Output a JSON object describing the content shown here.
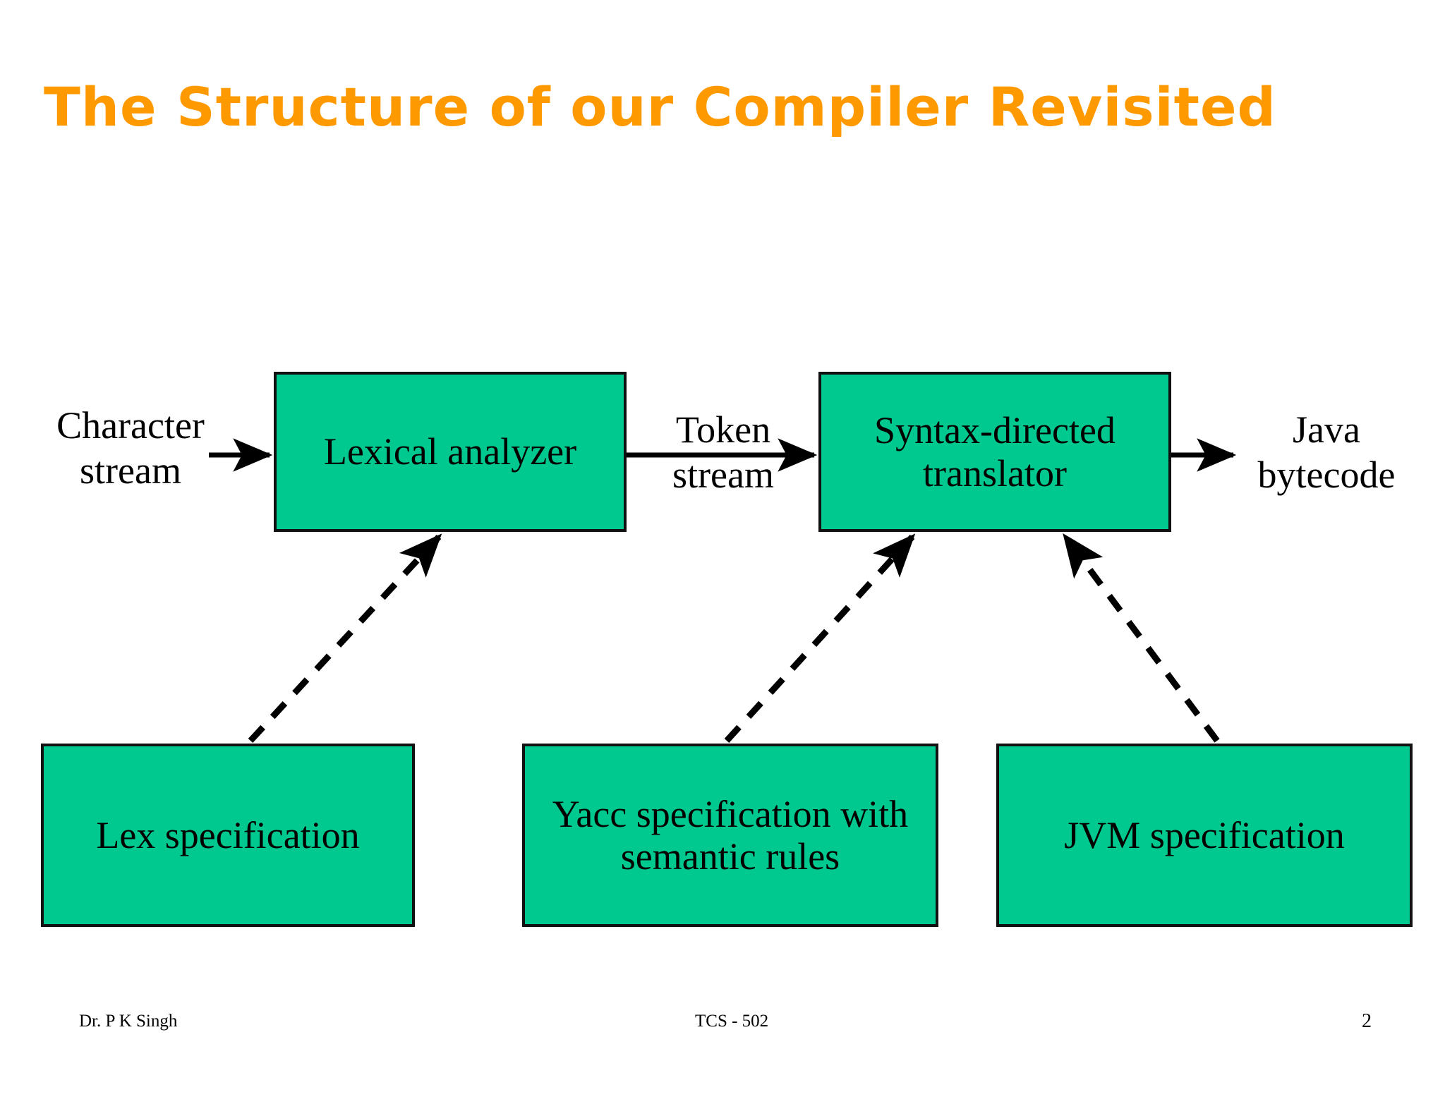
{
  "slide": {
    "title": "The Structure of our Compiler Revisited",
    "title_color": "#FF9900",
    "background_color": "#FFFFFF",
    "box_fill_color": "#00C98F",
    "box_border_color": "#111111"
  },
  "diagram": {
    "type": "flowchart",
    "process_nodes": [
      {
        "id": "lexical-analyzer",
        "label": "Lexical analyzer"
      },
      {
        "id": "syntax-directed-translator",
        "label": "Syntax-directed\ntranslator"
      }
    ],
    "spec_nodes": [
      {
        "id": "lex-specification",
        "label": "Lex specification"
      },
      {
        "id": "yacc-specification",
        "label": "Yacc specification\nwith semantic rules"
      },
      {
        "id": "jvm-specification",
        "label": "JVM specification"
      }
    ],
    "edge_labels": [
      {
        "id": "character-stream",
        "label": "Character\nstream"
      },
      {
        "id": "token-stream",
        "label": "Token\nstream"
      },
      {
        "id": "java-bytecode",
        "label": "Java\nbytecode"
      }
    ],
    "solid_arrows": [
      {
        "from": "character-stream",
        "to": "lexical-analyzer"
      },
      {
        "from": "lexical-analyzer",
        "to": "syntax-directed-translator",
        "label": "Token stream"
      },
      {
        "from": "syntax-directed-translator",
        "to": "java-bytecode"
      }
    ],
    "dashed_arrows": [
      {
        "from": "lex-specification",
        "to": "lexical-analyzer"
      },
      {
        "from": "yacc-specification",
        "to": "syntax-directed-translator"
      },
      {
        "from": "jvm-specification",
        "to": "syntax-directed-translator"
      }
    ]
  },
  "footer": {
    "author": "Dr. P K Singh",
    "course": "TCS - 502",
    "page_number": "2"
  }
}
